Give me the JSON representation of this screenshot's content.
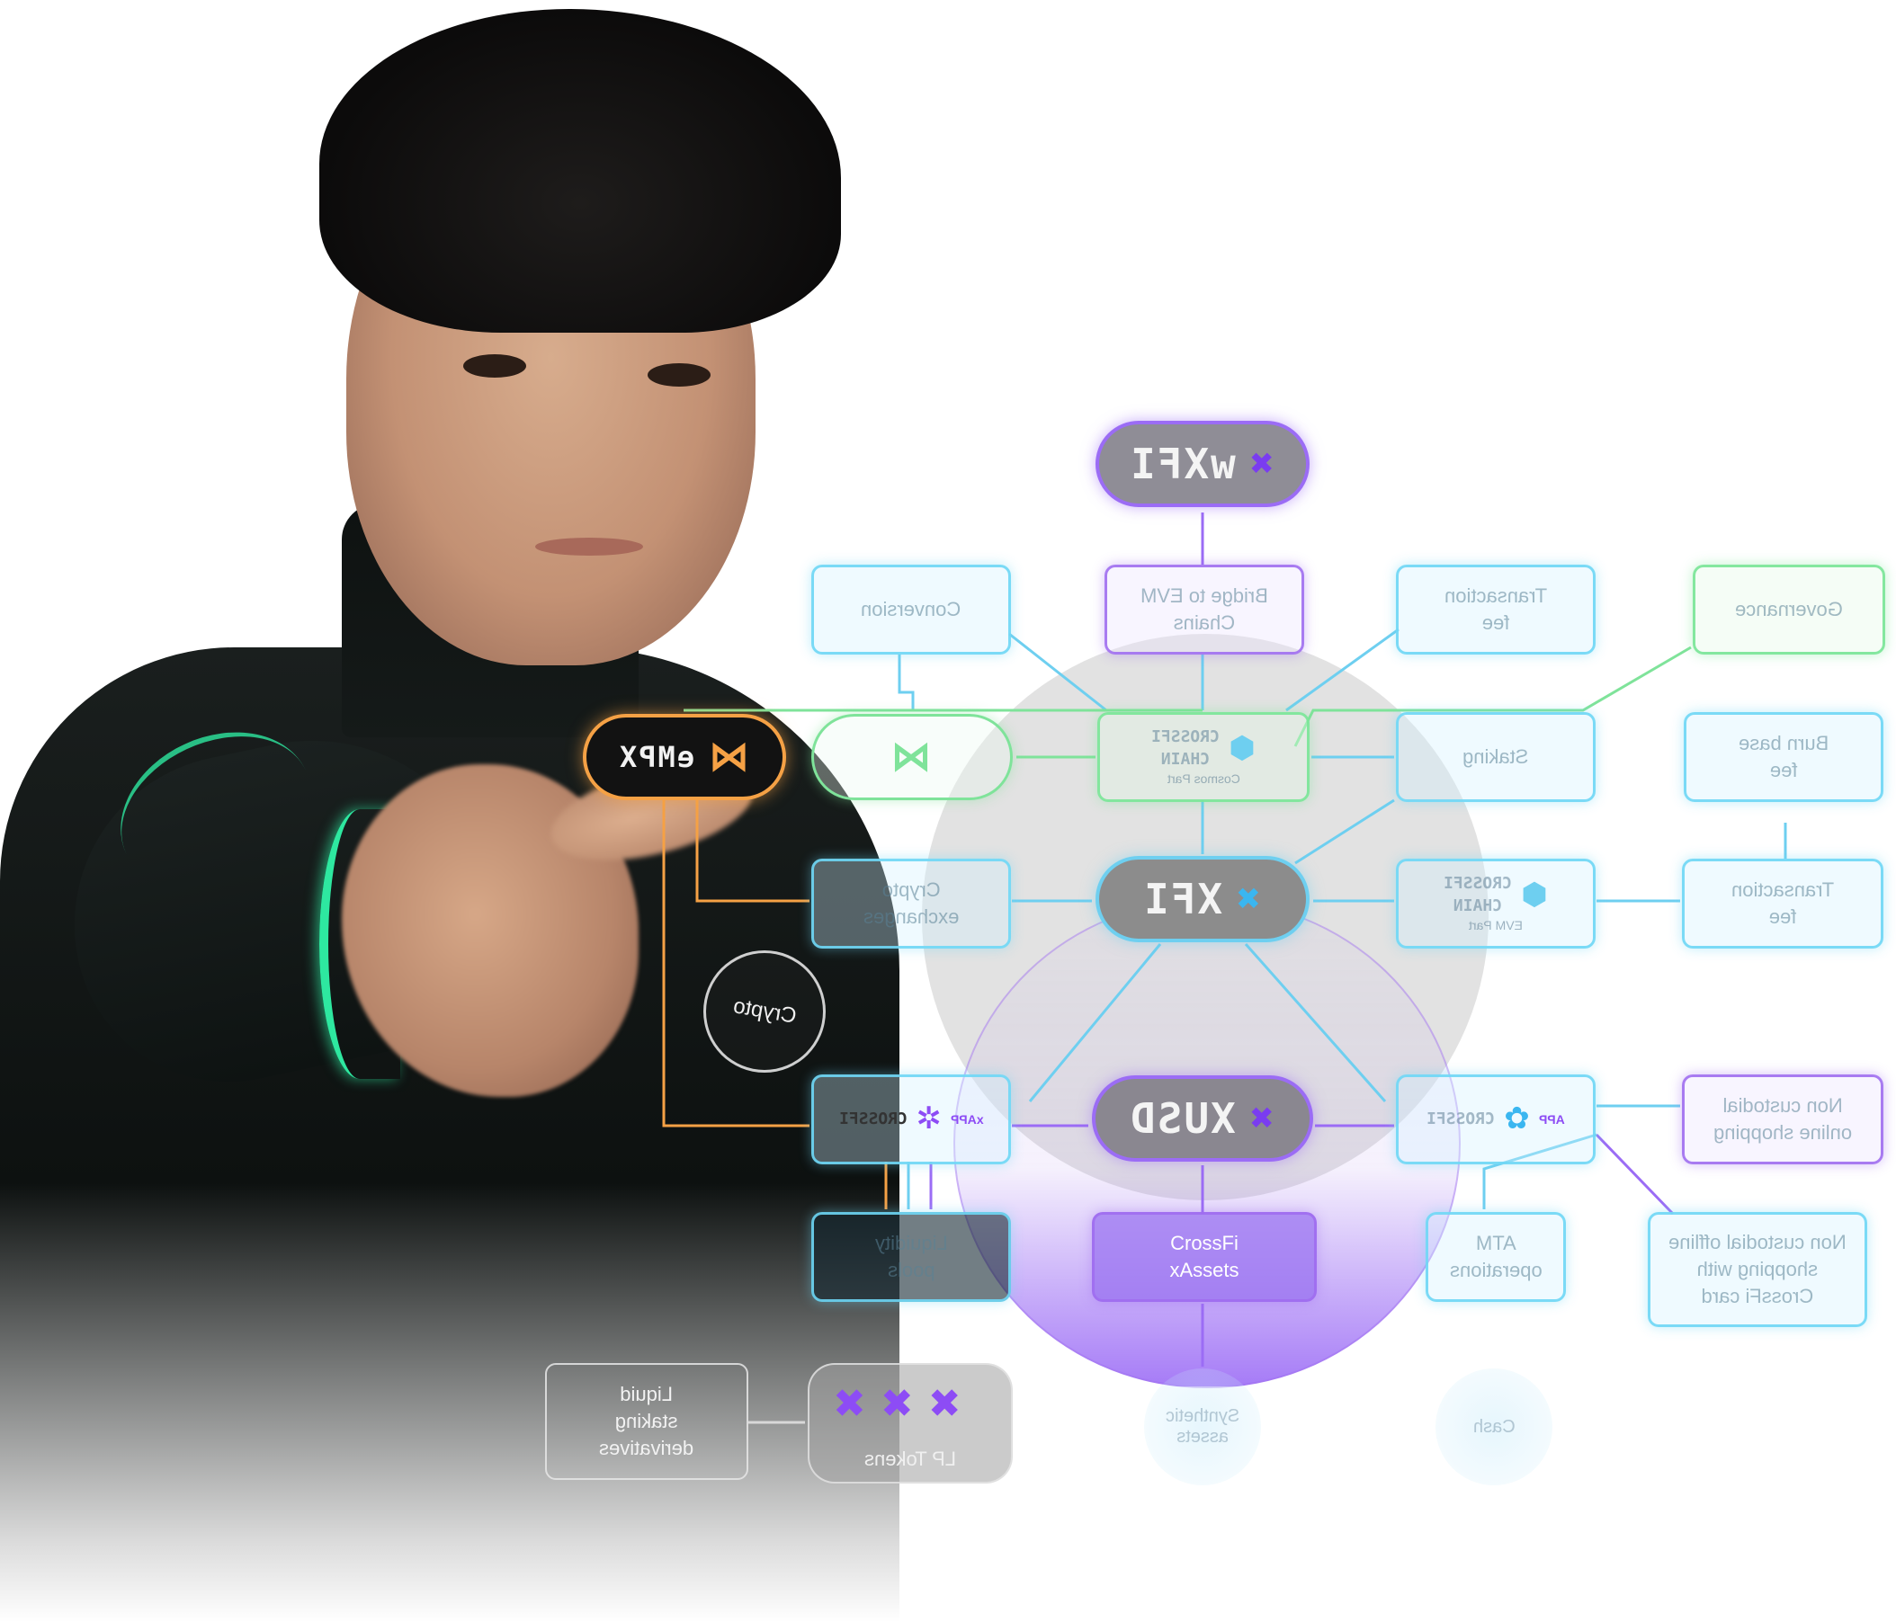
{
  "nodes": {
    "wxfi": "wXFI",
    "xfi": "XFI",
    "xusd": "XUSD",
    "mpx": "eMPX",
    "crosschain_top_brand": "CROSSFI\nCHAIN",
    "crosschain_top_sub": "Cosmos Part",
    "crosschain_right_brand": "CROSSFI\nCHAIN",
    "crosschain_right_sub": "EVM Part",
    "crossfi_xapp_brand": "CROSSFI",
    "crossfi_xapp_tag": "xAPP",
    "crossfi_app_brand": "CROSSFI",
    "crossfi_app_tag": "APP",
    "bridge": "Bridge to EVM\nChains",
    "conversion": "Conversion",
    "transaction_fee_top": "Transaction\nfee",
    "governance": "Governance",
    "staking": "Staking",
    "burn_base_fee": "Burn base\nfee",
    "crypto_exchanges": "Crypto\nexchanges",
    "transaction_fee_right": "Transaction\nfee",
    "liquidity_pools": "Liquidity\npools",
    "crossfi_xassets": "CrossFi\nxAssets",
    "atm_operations": "ATM\noperations",
    "non_custodial_online": "Non custodial\nonline shopping",
    "non_custodial_offline": "Non custodial offline\nshopping with\nCrossFi card",
    "crypto_circle": "Crypto",
    "synthetic_assets": "Synthetic\nassets",
    "cash": "Cash",
    "lp_tokens": "LP Tokens",
    "liquid_staking": "Liquid\nstaking\nderivatives"
  },
  "icons": {
    "xfi_mark": "xfi-logo-icon",
    "mpx_mark": "mpx-logo-icon",
    "cube": "cube-icon",
    "flower": "app-flower-icon"
  },
  "colors": {
    "cyan": "#6ecff0",
    "violet": "#9b6cf5",
    "green": "#7fe39a",
    "orange": "#f5a145"
  }
}
